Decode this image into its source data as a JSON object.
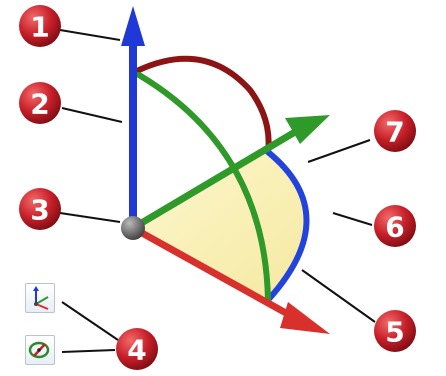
{
  "diagram": {
    "callouts": [
      {
        "id": 1,
        "label": "1"
      },
      {
        "id": 2,
        "label": "2"
      },
      {
        "id": 3,
        "label": "3"
      },
      {
        "id": 4,
        "label": "4"
      },
      {
        "id": 5,
        "label": "5"
      },
      {
        "id": 6,
        "label": "6"
      },
      {
        "id": 7,
        "label": "7"
      }
    ],
    "colors": {
      "callout": "#c8202a",
      "z_axis": "#1f39d6",
      "x_axis": "#d8302a",
      "y_axis": "#2f9a2a",
      "arc_red": "#8c1414",
      "arc_blue": "#2244dd",
      "sector_fill": "#fbf2b0",
      "origin": "#555555"
    },
    "icons": [
      {
        "name": "axes-triad-icon"
      },
      {
        "name": "rotate-view-icon"
      }
    ]
  }
}
